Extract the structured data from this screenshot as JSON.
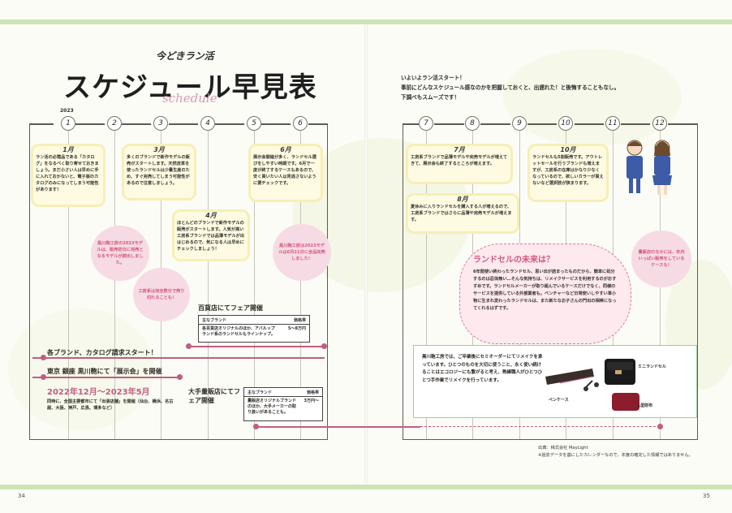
{
  "title": {
    "kicker": "今どきラン活",
    "main": "スケジュール早見表",
    "script": "schedule"
  },
  "year": "2023",
  "months_left": [
    "1",
    "2",
    "3",
    "4",
    "5",
    "6"
  ],
  "months_right": [
    "7",
    "8",
    "9",
    "10",
    "11",
    "12"
  ],
  "bubbles": {
    "m1": {
      "title": "1月",
      "text": "ラン活の必需品である「カタログ」をなるべく取り寄せておきましょう。まだ小さい人は早めに手に入れておかないと、電子版のカタログのみになってしまう可能性があります！"
    },
    "m3": {
      "title": "3月",
      "text": "多くのブランドで新作モデルの販売がスタートします。天然皮革を使ったランドセルは少量生産のため、すぐ完売してしまう可能性があるので注意しましょう。"
    },
    "m4": {
      "title": "4月",
      "text": "ほとんどのブランドで新作モデルの販売がスタートします。人気が高い工房系ブランドでは品薄モデルが出はじめるので、気になる人は早めにチェックしましょう！"
    },
    "m6": {
      "title": "6月",
      "text": "展示会開催が多く、ランドセル選びをしやすい時期です。6月で一度が終了するケースもあるので、安く買いたい人は見逃さないように要チェックです。"
    },
    "m7": {
      "title": "7月",
      "text": "工房系ブランドで品薄モデルや完売モデルが増えてきて、展示会も終了するところが増えます。"
    },
    "m8": {
      "title": "8月",
      "text": "夏休みに入りランドセルを購入する人が増えるので、工房系ブランドではさらに品薄や完売モデルが増えます。"
    },
    "m10": {
      "title": "10月",
      "text": "ランドセルも5割販売です。アウトレットセールを行うブランドも増えますが、工房系の在庫はかなり少なくなっているので、欲しいカラーが買えないなど選択肢が狭まります。"
    }
  },
  "pinks": {
    "p1": "黒川鞄工房の2023モデルは、販売初日に完売となるモデルが続出しました。",
    "p2": "工房系は完全数分で売り切れることも！",
    "p3": "黒川鞄工房は2023モデルは6月21日に全品完売しました！",
    "p4": "量販店のなかには、年内いっぱい販売をしているケースも！"
  },
  "timeline": {
    "dept_label": "百貨店にてフェア開催",
    "dept_box": {
      "head_left": "主なブランド",
      "head_right": "価格帯",
      "body_left": "各百貨店オリジナルのほか、アバルップ ランド系のランドセルもラインナップ。",
      "body_right": "5〜8万円"
    },
    "catalog": "各ブランド、カタログ請求スタート！",
    "ginza": "東京 銀座 黒川鞄にて「展示会」を開催",
    "period": "2022年12月～2023年5月",
    "period_note": "同時に、全国主要都市にて「出張店舗」を開催（仙台、横浜、名古屋、大阪、神戸、広島、博多など）",
    "mass_label": "大手量販店にてフェア開催",
    "mass_box": {
      "head_left": "主なブランド",
      "head_right": "価格帯",
      "body_left": "量販店オリジナルブランドのほか、大手メーカーの取り扱いがあることも。",
      "body_right": "3万円〜"
    }
  },
  "intro": [
    "いよいよラン活スタート！",
    "事前にどんなスケジュール感なのかを把握しておくと、出遅れた！と後悔することもなし。",
    "下調べもスムーズです！"
  ],
  "future": {
    "title": "ランドセルの未来は？",
    "body": "6年間使い終わったランドセル、思い出が詰まったものだから、簡単に処分するのは忍体無い…そんな気持ちは、リメイクサービスを利用するのがおすすめです。ランドセルメーカーが取り組んでいるケースだけでなく、同様のサービスを提供している外部業者も。ベンチャーなど日常使いしやすい革小物に生まれ変わったランドセルは、また新たなお子さんの門出の相棒になってくれるはずです。"
  },
  "kurokawa": {
    "text": "黒川鞄工房では、ご卒業後にセミオーダーにてリメイクを承っています。ひとつのものを大切に使うこと、永く使い続けることはエコロジーにも繋がると考え、熟練職人がひとつひとつ手作業でリメイクを行っています。",
    "items": [
      "ミニランドセル",
      "ペンケース",
      "L型財布"
    ]
  },
  "credit": [
    "出典：株式会社 MayLight",
    "※過去データを基にしたカレンダーなので、年度の確定した情報ではありません。"
  ],
  "page_numbers": [
    "34",
    "35"
  ]
}
